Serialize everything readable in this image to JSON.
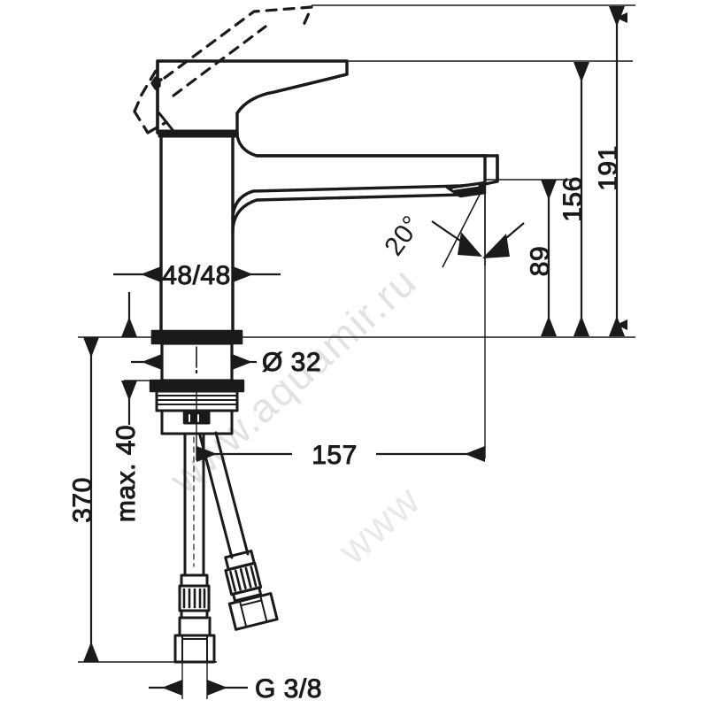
{
  "document": {
    "type": "technical-drawing",
    "subject": "single-lever basin mixer faucet dimensional drawing",
    "units": "mm",
    "background_color": "#ffffff",
    "line_color": "#1a1a1a",
    "watermark_color": "#e2e2e2"
  },
  "watermark": {
    "text": "www.aquamir.ru",
    "orientation": "diagonal-ascending"
  },
  "dimensions": {
    "height_total": "191",
    "height_spout_top": "156",
    "height_spout_outlet": "89",
    "handle_clearance": "48/48",
    "body_diameter": "Ø 32",
    "counter_thickness": "max. 40",
    "hose_length_total": "370",
    "spout_reach": "157",
    "spray_angle": "20°",
    "thread_size": "G 3/8"
  },
  "labels": [
    {
      "id": "dim-191",
      "value": "191",
      "kind": "vertical"
    },
    {
      "id": "dim-156",
      "value": "156",
      "kind": "vertical"
    },
    {
      "id": "dim-89",
      "value": "89",
      "kind": "vertical"
    },
    {
      "id": "dim-48-48",
      "value": "48/48",
      "kind": "horizontal"
    },
    {
      "id": "dim-d32",
      "value": "Ø 32",
      "kind": "leader"
    },
    {
      "id": "dim-max40",
      "value": "max. 40",
      "kind": "vertical"
    },
    {
      "id": "dim-370",
      "value": "370",
      "kind": "vertical"
    },
    {
      "id": "dim-157",
      "value": "157",
      "kind": "horizontal"
    },
    {
      "id": "dim-20deg",
      "value": "20°",
      "kind": "angle"
    },
    {
      "id": "dim-g38",
      "value": "G 3/8",
      "kind": "horizontal"
    }
  ]
}
